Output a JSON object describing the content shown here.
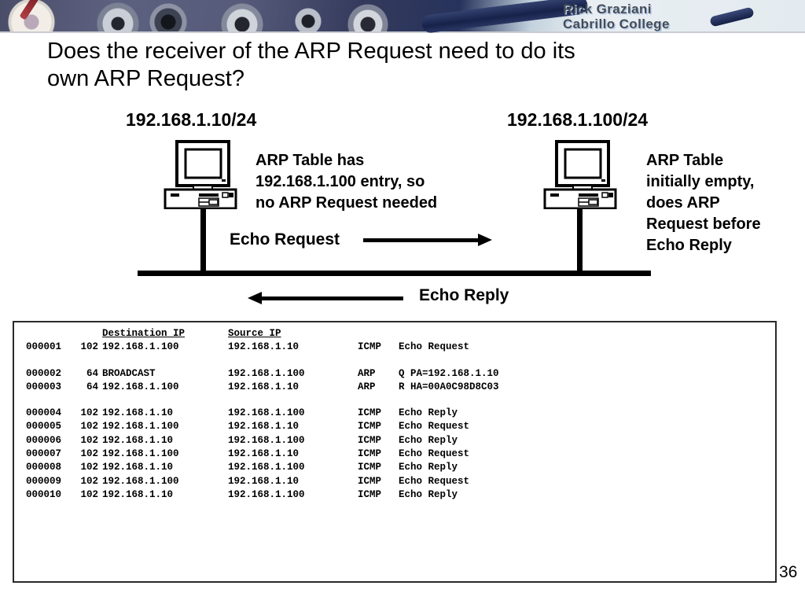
{
  "banner": {
    "author": "Rick Graziani",
    "institution": "Cabrillo College"
  },
  "slide": {
    "title": "Does the receiver of the ARP Request need to do its\nown ARP Request?",
    "page_number": "36"
  },
  "colors": {
    "text": "#000000",
    "banner_dark_navy": "#27335c",
    "banner_light": "#e8eef2"
  },
  "diagram": {
    "left_host": {
      "ip_label": "192.168.1.10/24",
      "note": "ARP Table has\n192.168.1.100 entry, so\nno ARP Request needed"
    },
    "right_host": {
      "ip_label": "192.168.1.100/24",
      "note": "ARP Table\ninitially empty,\ndoes ARP\nRequest before\nEcho Reply"
    },
    "echo_request_label": "Echo Request",
    "echo_reply_label": "Echo Reply"
  },
  "capture": {
    "headers": {
      "destination": "Destination IP",
      "source": "Source IP"
    },
    "rows": [
      {
        "no": "000001",
        "len": "102",
        "dest": "192.168.1.100",
        "src": "192.168.1.10",
        "proto": "ICMP",
        "info": "Echo Request"
      },
      {
        "no": "000002",
        "len": "64",
        "dest": "BROADCAST",
        "src": "192.168.1.100",
        "proto": "ARP",
        "info": "Q PA=192.168.1.10"
      },
      {
        "no": "000003",
        "len": "64",
        "dest": "192.168.1.100",
        "src": "192.168.1.10",
        "proto": "ARP",
        "info": "R HA=00A0C98D8C03"
      },
      {
        "no": "000004",
        "len": "102",
        "dest": "192.168.1.10",
        "src": "192.168.1.100",
        "proto": "ICMP",
        "info": "Echo Reply"
      },
      {
        "no": "000005",
        "len": "102",
        "dest": "192.168.1.100",
        "src": "192.168.1.10",
        "proto": "ICMP",
        "info": "Echo Request"
      },
      {
        "no": "000006",
        "len": "102",
        "dest": "192.168.1.10",
        "src": "192.168.1.100",
        "proto": "ICMP",
        "info": "Echo Reply"
      },
      {
        "no": "000007",
        "len": "102",
        "dest": "192.168.1.100",
        "src": "192.168.1.10",
        "proto": "ICMP",
        "info": "Echo Request"
      },
      {
        "no": "000008",
        "len": "102",
        "dest": "192.168.1.10",
        "src": "192.168.1.100",
        "proto": "ICMP",
        "info": "Echo Reply"
      },
      {
        "no": "000009",
        "len": "102",
        "dest": "192.168.1.100",
        "src": "192.168.1.10",
        "proto": "ICMP",
        "info": "Echo Request"
      },
      {
        "no": "000010",
        "len": "102",
        "dest": "192.168.1.10",
        "src": "192.168.1.100",
        "proto": "ICMP",
        "info": "Echo Reply"
      }
    ]
  }
}
